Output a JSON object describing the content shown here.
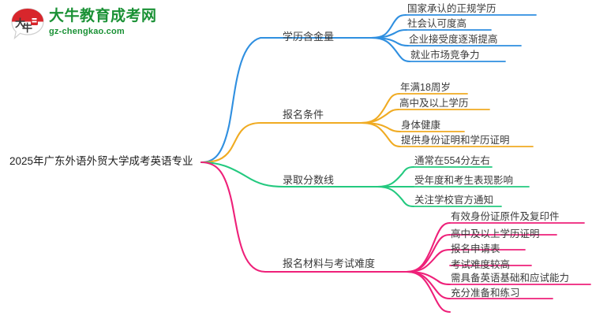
{
  "logo": {
    "mark_text": "大牛",
    "name": "大牛教育成考网",
    "url": "gz-chengkao.com",
    "brand_green": "#1a9135",
    "brand_red": "#d8262c"
  },
  "mindmap": {
    "root": {
      "label": "2025年广东外语外贸大学成考英语专业"
    },
    "branches": [
      {
        "label": "学历含金量",
        "color": "#2f8fe0",
        "children": [
          "国家承认的正规学历",
          "社会认可度高",
          "企业接受度逐渐提高",
          "就业市场竞争力"
        ]
      },
      {
        "label": "报名条件",
        "color": "#f0ab22",
        "children": [
          "年满18周岁",
          "高中及以上学历",
          "身体健康",
          "提供身份证明和学历证明"
        ]
      },
      {
        "label": "录取分数线",
        "color": "#23c97f",
        "children": [
          "通常在554分左右",
          "受年度和考生表现影响",
          "关注学校官方通知"
        ]
      },
      {
        "label": "报名材料与考试难度",
        "color": "#ee2079",
        "children": [
          "有效身份证原件及复印件",
          "高中及以上学历证明",
          "报名申请表",
          "考试难度较高",
          "需具备英语基础和应试能力",
          "充分准备和练习"
        ]
      }
    ]
  }
}
